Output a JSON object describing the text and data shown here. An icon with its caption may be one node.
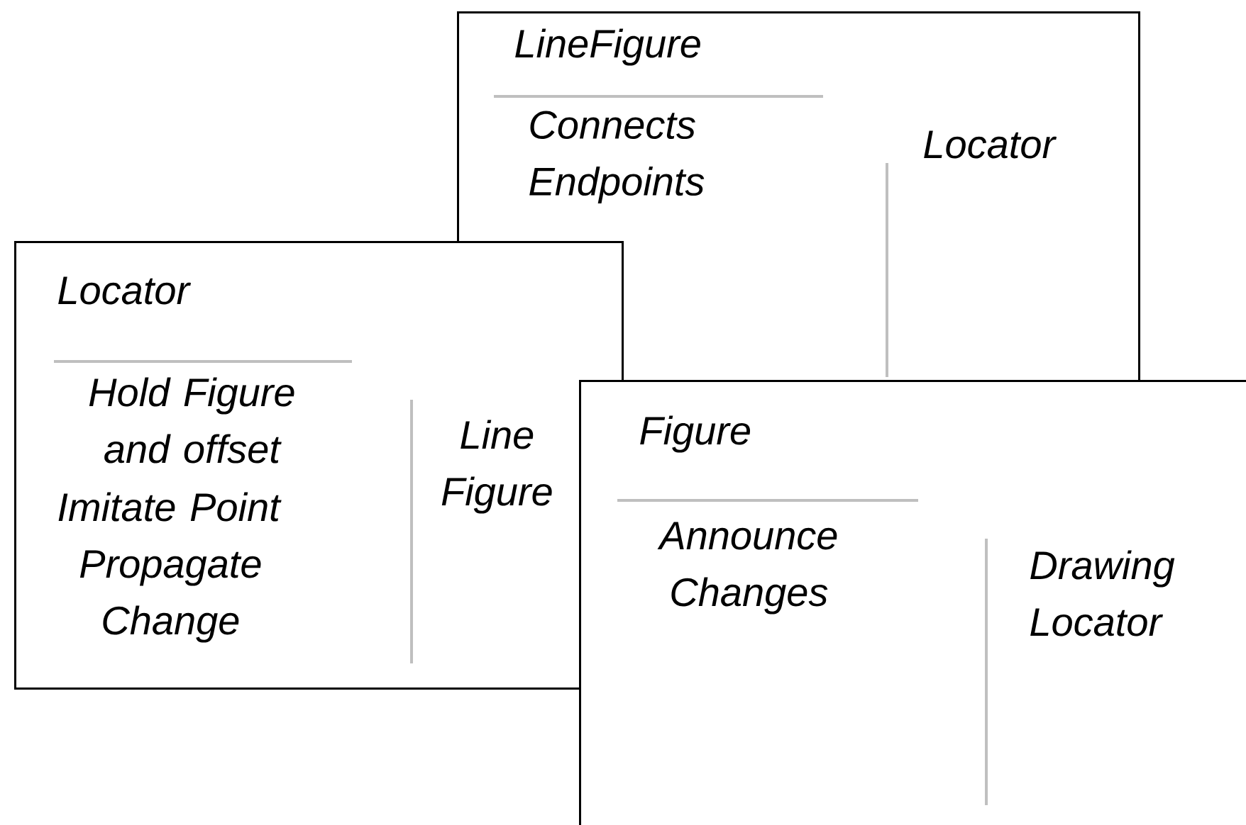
{
  "diagram": {
    "nodes": [
      {
        "text": [
          "LineFigure",
          "Connects Endpoints",
          "Locator"
        ]
      },
      {
        "text": [
          "Locator",
          "Hold Figure and offset",
          "Imitate Point",
          "Propagate Change",
          "Line Figure"
        ]
      },
      {
        "text": [
          "Figure",
          "Announce Changes",
          "Drawing Locator"
        ]
      }
    ]
  }
}
